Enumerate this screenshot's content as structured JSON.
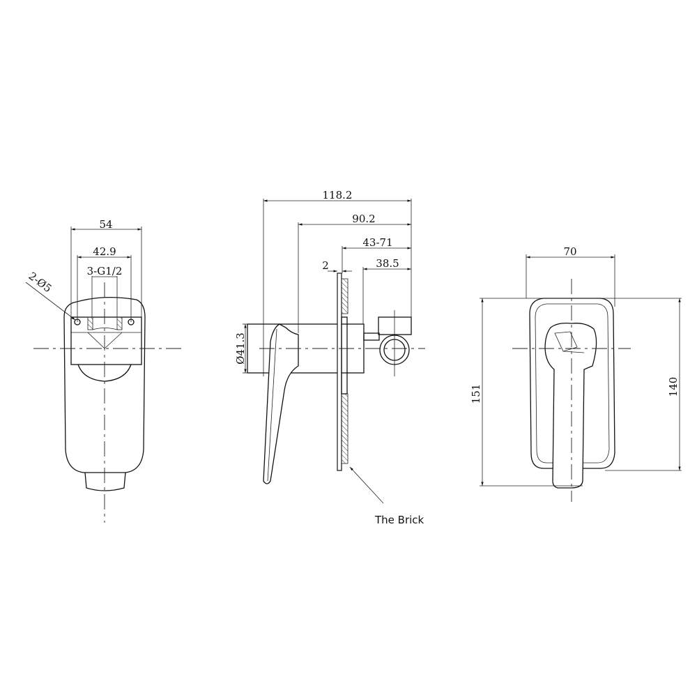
{
  "front_view": {
    "width_overall": "54",
    "hole_spacing": "42.9",
    "ports": "3-G1/2",
    "holes": "2-Ø5"
  },
  "side_view": {
    "total_depth": "118.2",
    "body_depth": "90.2",
    "adjust_range": "43-71",
    "rear_depth": "38.5",
    "plate_thickness": "2",
    "body_diameter": "Ø41.3",
    "wall_label": "The Brick"
  },
  "rear_view": {
    "plate_width": "70",
    "overall_height": "151",
    "plate_height": "140"
  }
}
